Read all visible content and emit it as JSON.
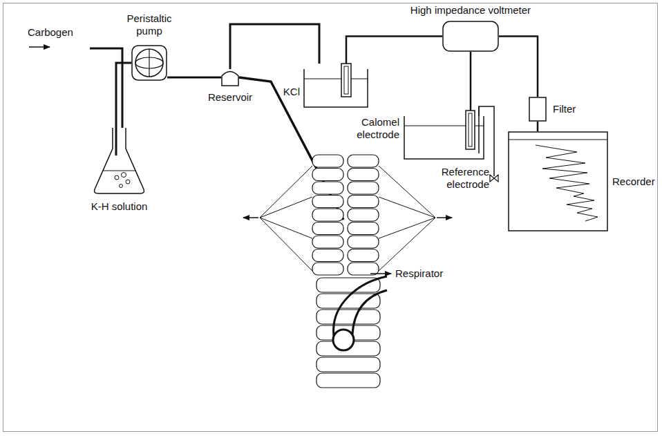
{
  "diagram": {
    "nodes": [
      {
        "text": [
          "K-H solution"
        ]
      },
      {
        "text": [
          "Peristaltic pump"
        ]
      },
      {
        "text": [
          "Reservoir"
        ]
      },
      {
        "text": [
          "KCl"
        ]
      },
      {
        "text": [
          "High impedance voltmeter"
        ]
      },
      {
        "text": [
          "Calomel electrode"
        ]
      },
      {
        "text": [
          "Filter"
        ]
      },
      {
        "text": [
          "Recorder"
        ]
      }
    ],
    "edges": [
      {
        "from": 0,
        "to": 1,
        "arrow": "none"
      },
      {
        "from": 1,
        "to": 2,
        "arrow": "none"
      },
      {
        "from": 2,
        "to": 3,
        "arrow": "none"
      },
      {
        "from": 3,
        "to": 4,
        "arrow": "none"
      },
      {
        "from": 4,
        "to": 5,
        "arrow": "none"
      },
      {
        "from": 4,
        "to": 6,
        "arrow": "none"
      },
      {
        "from": 6,
        "to": 7,
        "arrow": "none"
      }
    ],
    "labels": [
      "Carbogen",
      "Reference electrode",
      "Respirator"
    ]
  }
}
